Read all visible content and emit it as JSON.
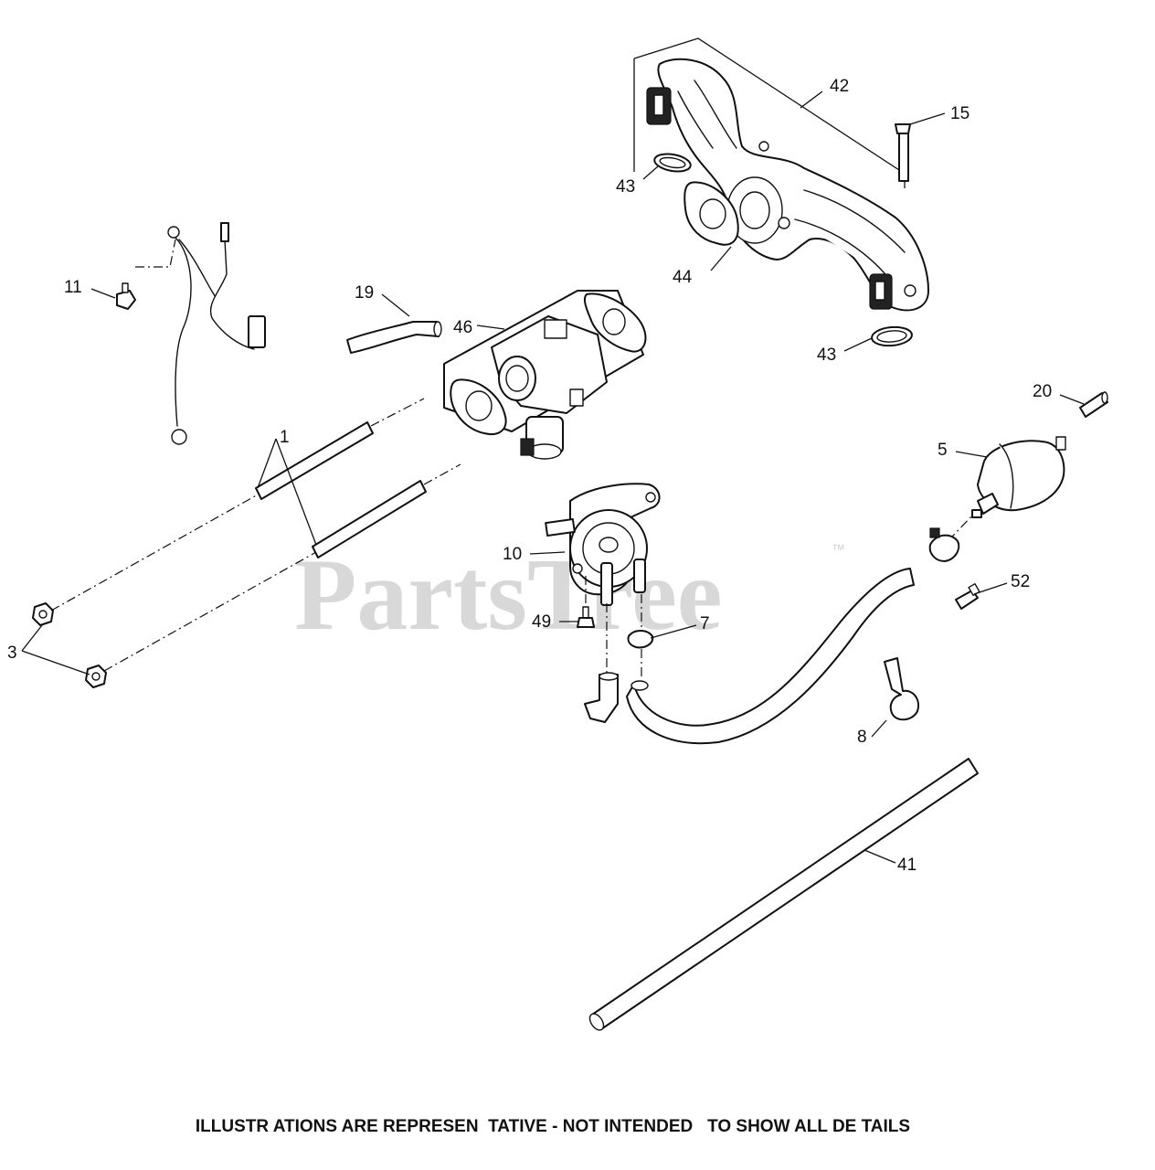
{
  "watermark": {
    "text": "PartsTree",
    "trademark": "™"
  },
  "footer": {
    "text": "ILLUSTR ATIONS ARE REPRESEN  TATIVE - NOT INTENDED   TO SHOW ALL DE TAILS"
  },
  "callouts": {
    "c1": "1",
    "c3": "3",
    "c5": "5",
    "c7": "7",
    "c8": "8",
    "c10": "10",
    "c11": "11",
    "c15": "15",
    "c19": "19",
    "c20": "20",
    "c41": "41",
    "c42": "42",
    "c43a": "43",
    "c43b": "43",
    "c44": "44",
    "c46": "46",
    "c49": "49",
    "c52": "52"
  },
  "parts": [
    "wire-harness",
    "fuel-pump",
    "carburetor",
    "intake-manifold",
    "fuel-filter",
    "fuel-hose",
    "fuel-line",
    "studs",
    "flange-nuts",
    "hose-clamps",
    "p-clamp"
  ]
}
